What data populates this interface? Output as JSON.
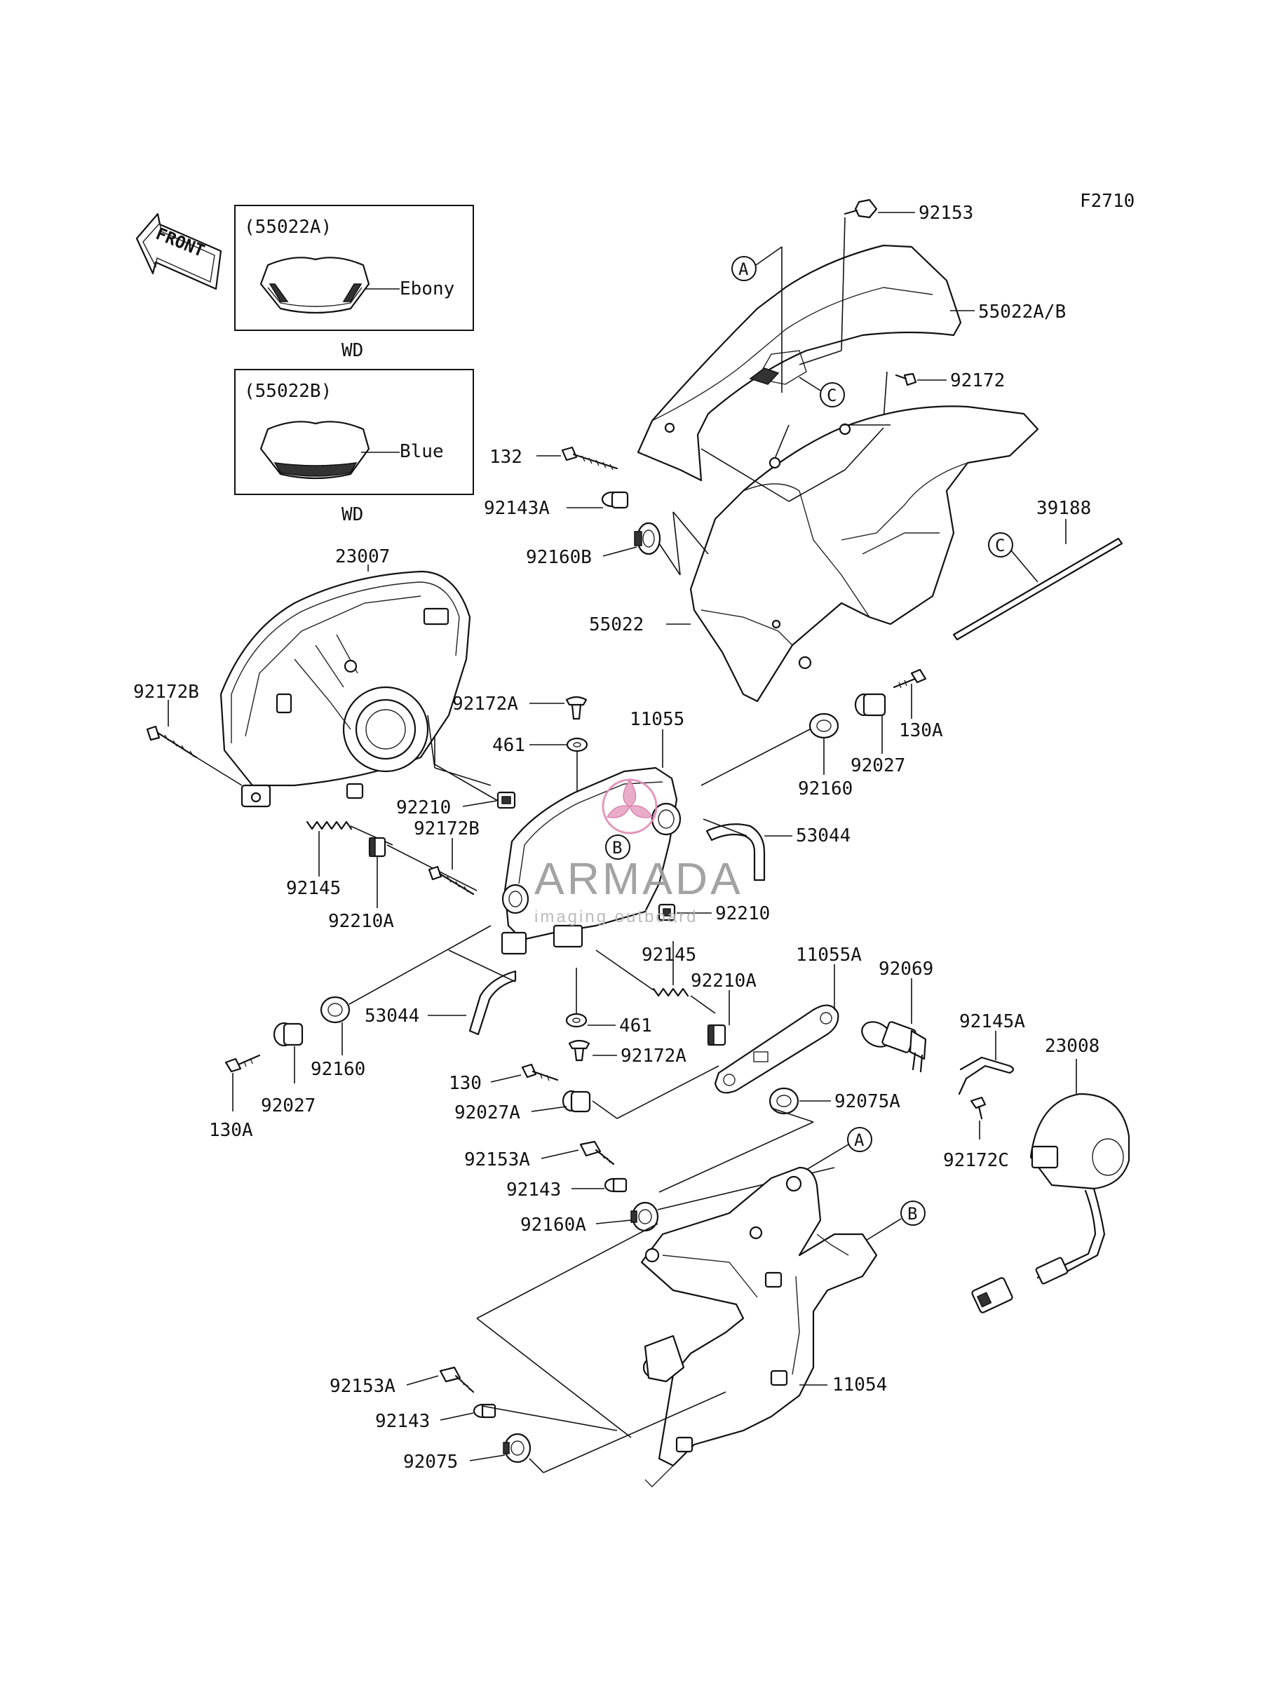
{
  "figure_code": "F2710",
  "front_arrow": {
    "label": "FRONT"
  },
  "insets": [
    {
      "title": "(55022A)",
      "color_label": "Ebony",
      "caption": "WD"
    },
    {
      "title": "(55022B)",
      "color_label": "Blue",
      "caption": "WD"
    }
  ],
  "callouts": {
    "A": "A",
    "B": "B",
    "C": "C"
  },
  "watermark": {
    "brand": "ARMADA",
    "tagline": "imaging outboard"
  },
  "part_labels": {
    "p92153": "92153",
    "p55022AB": "55022A/B",
    "p92172": "92172",
    "p132": "132",
    "p92143A": "92143A",
    "p92160B": "92160B",
    "p39188": "39188",
    "p55022": "55022",
    "p23007": "23007",
    "p92172B_left": "92172B",
    "p92172A_top": "92172A",
    "p11055": "11055",
    "p461_top": "461",
    "p92210_left": "92210",
    "p92172B_mid": "92172B",
    "p130A_right": "130A",
    "p92027_right": "92027",
    "p92160_right": "92160",
    "p53044_right": "53044",
    "p92145_left": "92145",
    "p92210A_left": "92210A",
    "p92210_right": "92210",
    "p92145_mid": "92145",
    "p11055A": "11055A",
    "p92069": "92069",
    "p92210A_mid": "92210A",
    "p92145A": "92145A",
    "p23008": "23008",
    "p53044_left": "53044",
    "p461_bottom": "461",
    "p92160_left": "92160",
    "p92027_left": "92027",
    "p130A_left": "130A",
    "p92172A_bottom": "92172A",
    "p130": "130",
    "p92027A": "92027A",
    "p92075A": "92075A",
    "p92172C": "92172C",
    "p92153A_top": "92153A",
    "p92143_top": "92143",
    "p92160A": "92160A",
    "p11054": "11054",
    "p92153A_bottom": "92153A",
    "p92143_bottom": "92143",
    "p92075": "92075"
  }
}
